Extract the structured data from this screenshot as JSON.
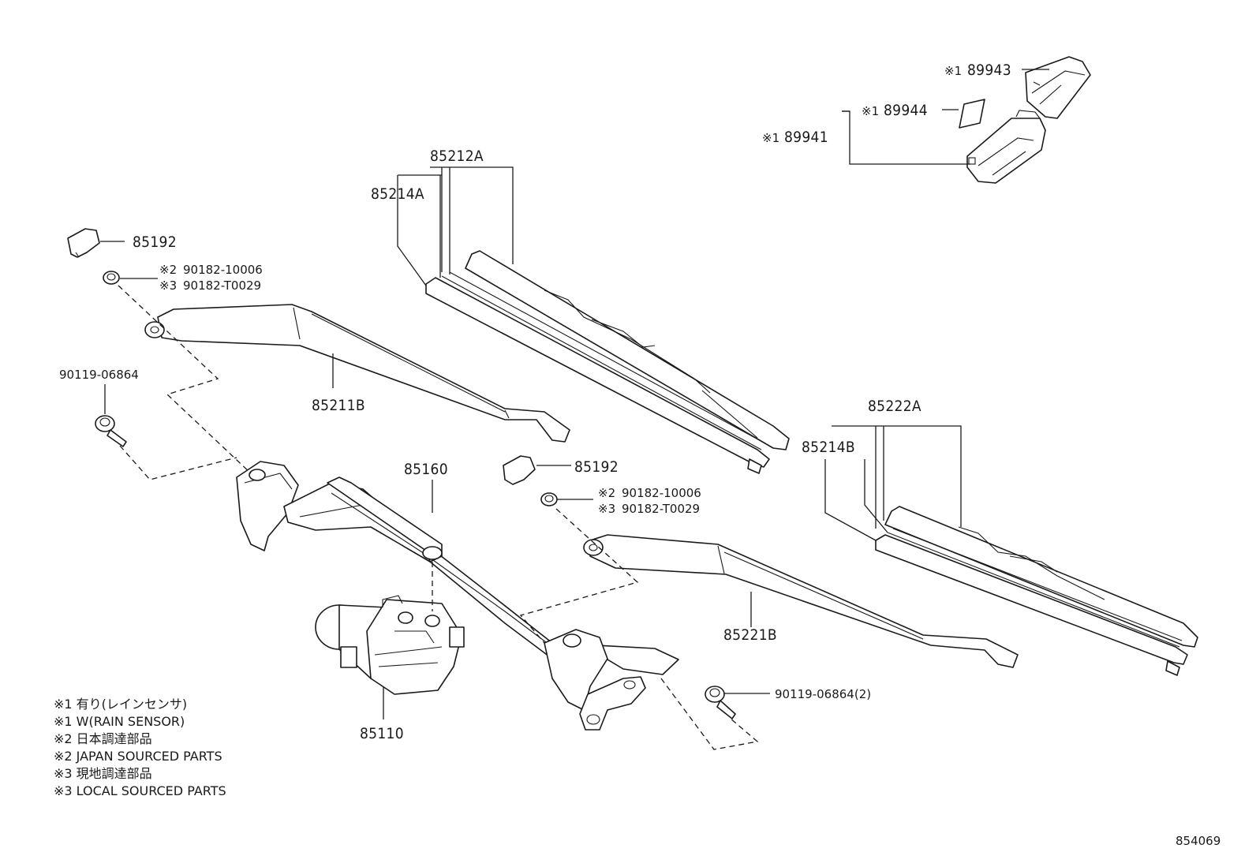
{
  "callouts": {
    "p89943": "89943",
    "p89944": "89944",
    "p89941": "89941",
    "p85212A": "85212A",
    "p85214A": "85214A",
    "p85192_left": "85192",
    "p85192_mid": "85192",
    "p90182_10006_left": "90182-10006",
    "p90182_T0029_left": "90182-T0029",
    "p90182_10006_mid": "90182-10006",
    "p90182_T0029_mid": "90182-T0029",
    "p90119_06864_left": "90119-06864",
    "p90119_06864_right": "90119-06864(2)",
    "p85211B": "85211B",
    "p85160": "85160",
    "p85110": "85110",
    "p85222A": "85222A",
    "p85214B": "85214B",
    "p85221B": "85221B"
  },
  "markers": {
    "m1": "※1",
    "m2": "※2",
    "m3": "※3"
  },
  "notes": [
    "※1 有り(レインセンサ)",
    "※1 W(RAIN SENSOR)",
    "※2 日本調達部品",
    "※2 JAPAN SOURCED PARTS",
    "※3 現地調達部品",
    "※3 LOCAL SOURCED PARTS"
  ],
  "figure_id": "854069"
}
